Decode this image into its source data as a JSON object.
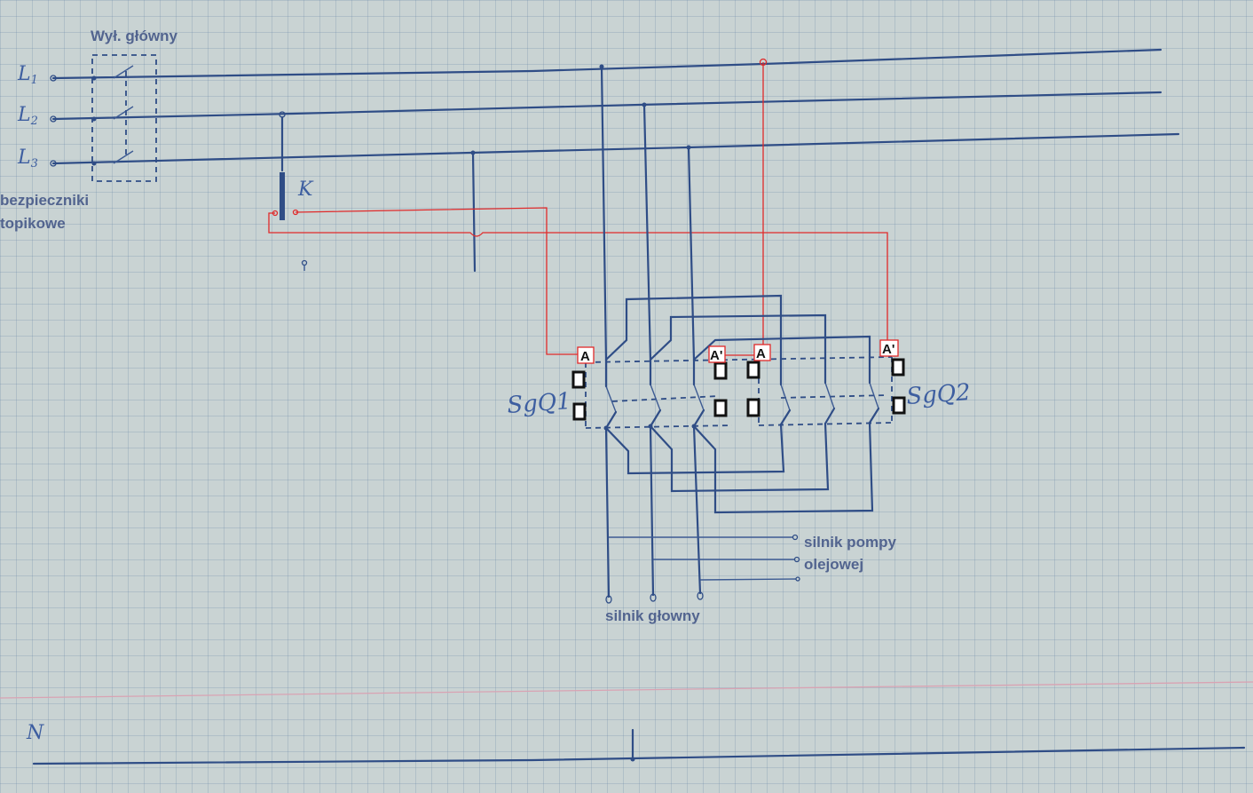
{
  "labels": {
    "main_switch": "Wył. główny",
    "fuses_line1": "bezpieczniki",
    "fuses_line2": "topikowe",
    "button_k": "K",
    "pump_motor_line1": "silnik pompy",
    "pump_motor_line2": "olejowej",
    "main_motor": "silnik głowny",
    "switch1": "SgQ1",
    "switch2": "SgQ2",
    "coil_a1": "A",
    "coil_a1_prime": "A'",
    "coil_a2": "A",
    "coil_a2_prime": "A'"
  },
  "lines": {
    "l1_prefix": "L",
    "l1_sub": "1",
    "l2_prefix": "L",
    "l2_sub": "2",
    "l3_prefix": "L",
    "l3_sub": "3",
    "neutral": "N"
  },
  "colors": {
    "wire": "#2f4d86",
    "control": "#e02a2a",
    "label": "#52648f",
    "paper": "#c9d3d3"
  }
}
